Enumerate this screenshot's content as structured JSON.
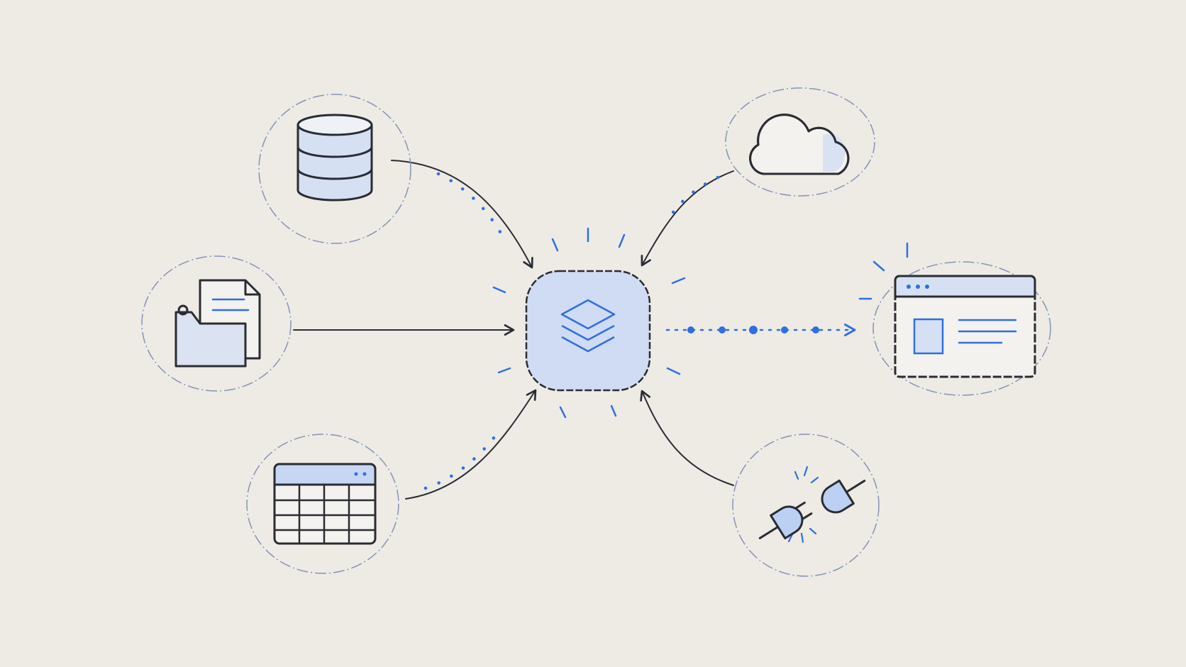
{
  "colors": {
    "paper": "#eeebe5",
    "ink": "#2a2c33",
    "accent": "#2f6fe0",
    "accent_fill": "#cfdcf3",
    "halo": "#8594b4"
  },
  "hub": {
    "icon": "layers-stack-icon"
  },
  "sources": [
    {
      "id": "database",
      "icon": "database-icon"
    },
    {
      "id": "files",
      "icon": "folder-documents-icon"
    },
    {
      "id": "spreadsheet",
      "icon": "table-grid-icon"
    },
    {
      "id": "cloud",
      "icon": "cloud-icon"
    },
    {
      "id": "plugin",
      "icon": "plug-connector-icon"
    }
  ],
  "output": {
    "id": "web-app",
    "icon": "browser-window-icon"
  }
}
